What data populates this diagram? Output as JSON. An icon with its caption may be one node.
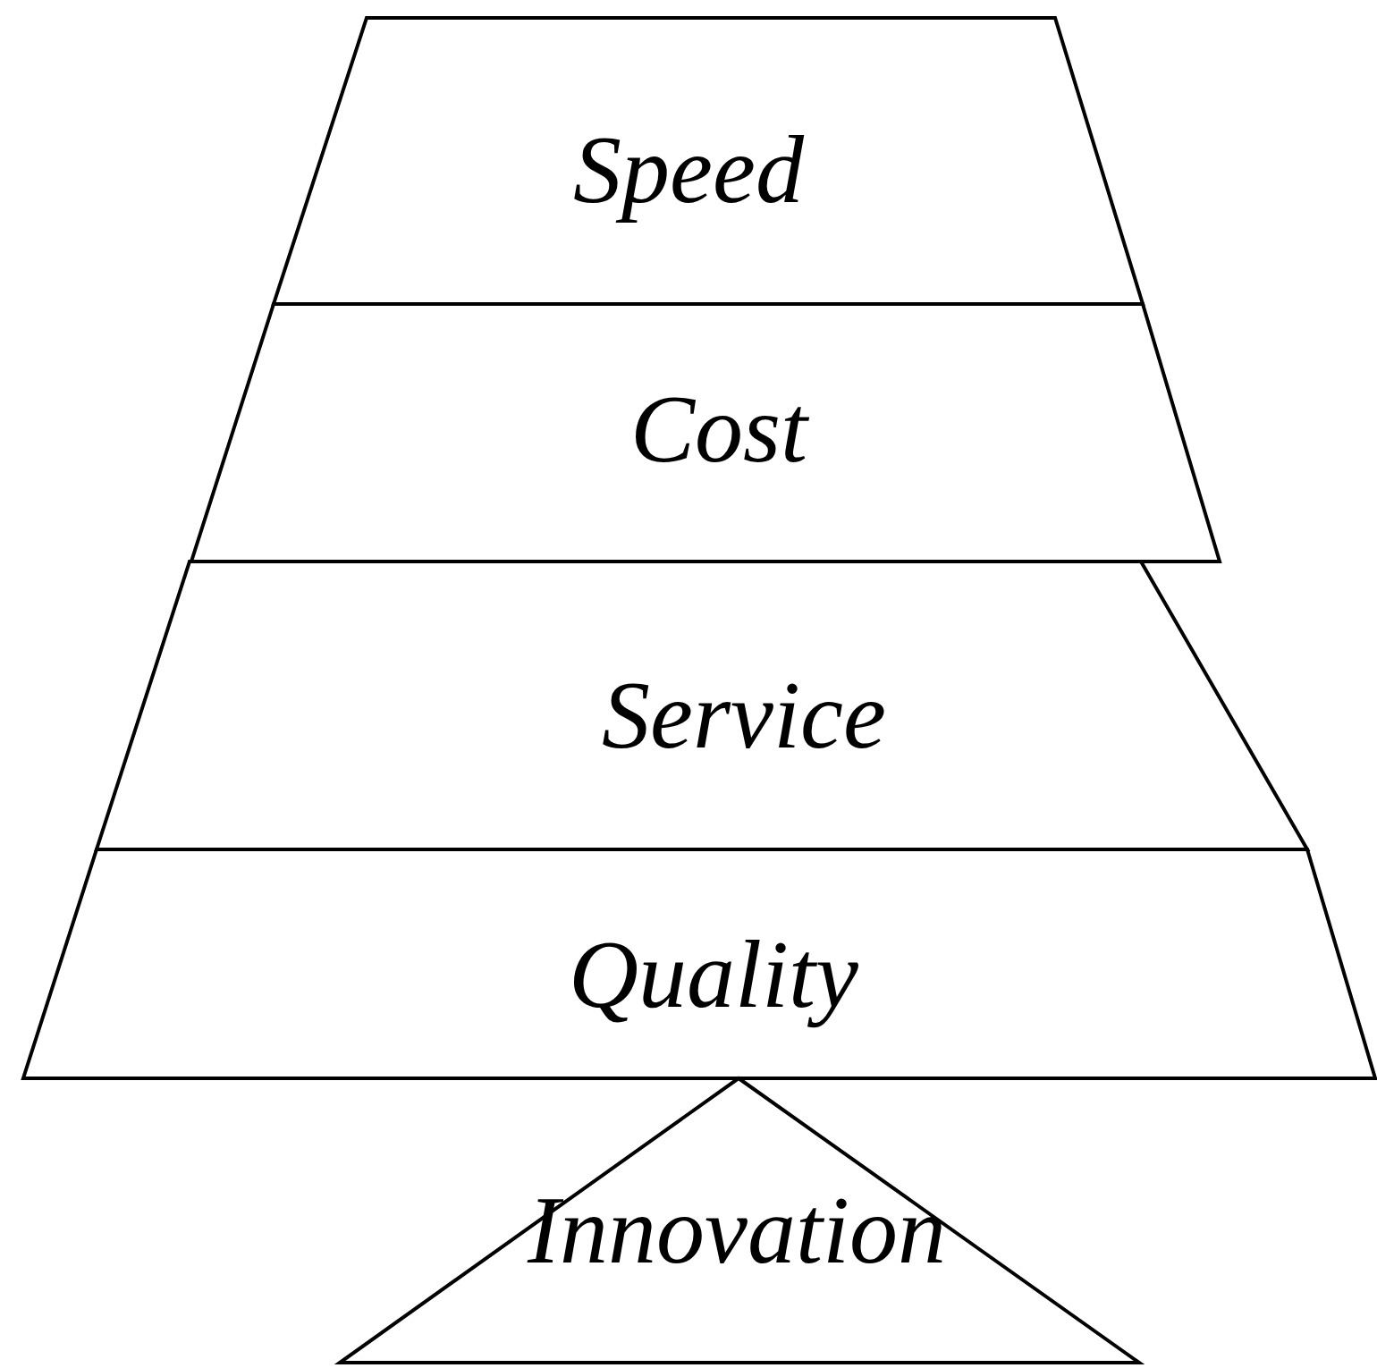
{
  "diagram": {
    "nodes": [
      {
        "text": [
          "Speed"
        ]
      },
      {
        "text": [
          "Cost"
        ]
      },
      {
        "text": [
          "Service"
        ]
      },
      {
        "text": [
          "Quality"
        ]
      },
      {
        "text": [
          "Innovation"
        ]
      }
    ],
    "edges": []
  }
}
